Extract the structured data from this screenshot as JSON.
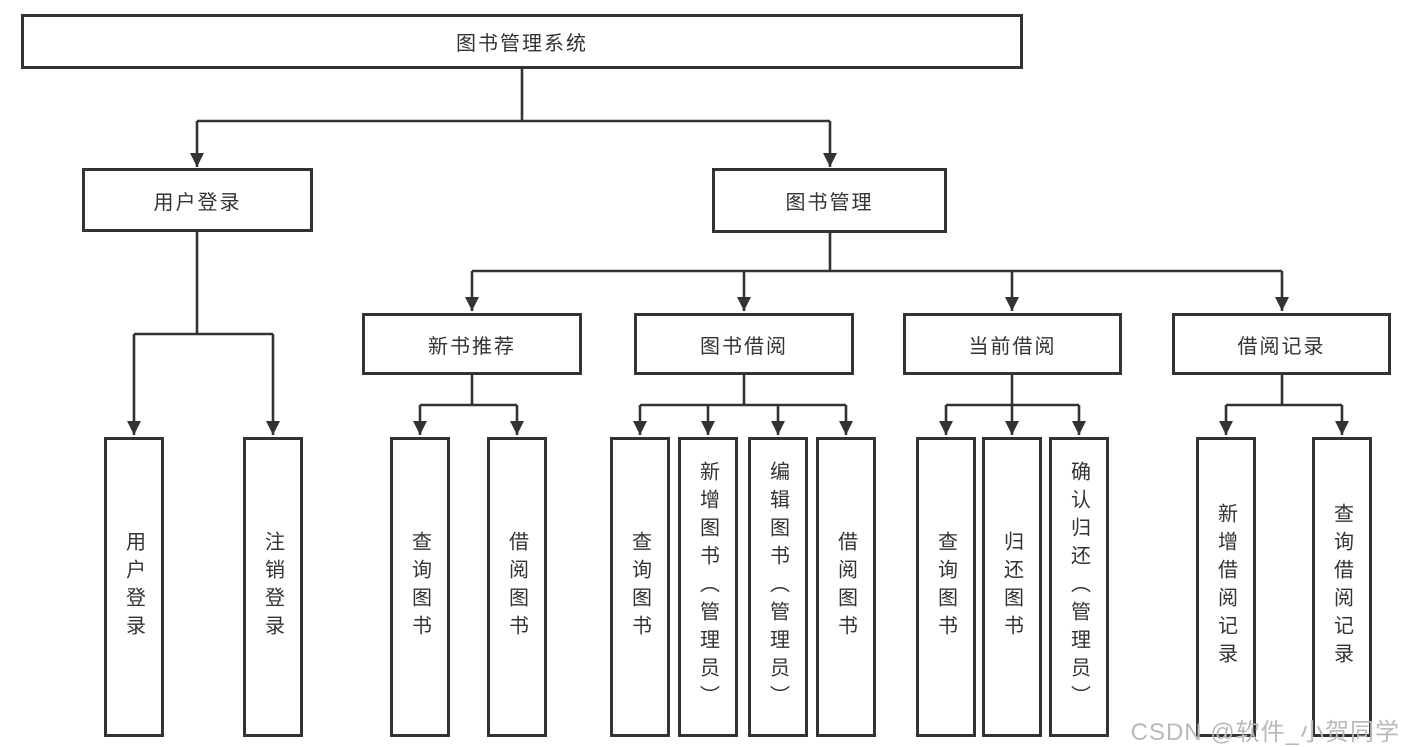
{
  "diagram": {
    "root": {
      "label": "图书管理系统"
    },
    "level2": [
      {
        "label": "用户登录"
      },
      {
        "label": "图书管理"
      }
    ],
    "level3": [
      {
        "label": "新书推荐"
      },
      {
        "label": "图书借阅"
      },
      {
        "label": "当前借阅"
      },
      {
        "label": "借阅记录"
      }
    ],
    "leaf_groups": [
      {
        "parent": "用户登录",
        "items": [
          {
            "label": "用户登录"
          },
          {
            "label": "注销登录"
          }
        ]
      },
      {
        "parent": "新书推荐",
        "items": [
          {
            "label": "查询图书"
          },
          {
            "label": "借阅图书"
          }
        ]
      },
      {
        "parent": "图书借阅",
        "items": [
          {
            "label": "查询图书"
          },
          {
            "label": "新增图书（管理员）"
          },
          {
            "label": "编辑图书（管理员）"
          },
          {
            "label": "借阅图书"
          }
        ]
      },
      {
        "parent": "当前借阅",
        "items": [
          {
            "label": "查询图书"
          },
          {
            "label": "归还图书"
          },
          {
            "label": "确认归还（管理员）"
          }
        ]
      },
      {
        "parent": "借阅记录",
        "items": [
          {
            "label": "新增借阅记录"
          },
          {
            "label": "查询借阅记录"
          }
        ]
      }
    ]
  },
  "watermark": {
    "text": "CSDN @软件_小贺同学",
    "color": "#b9b9b9"
  },
  "colors": {
    "line": "#333333",
    "box_fill": "#ffffff",
    "background": "#ffffff",
    "text": "#333333"
  }
}
